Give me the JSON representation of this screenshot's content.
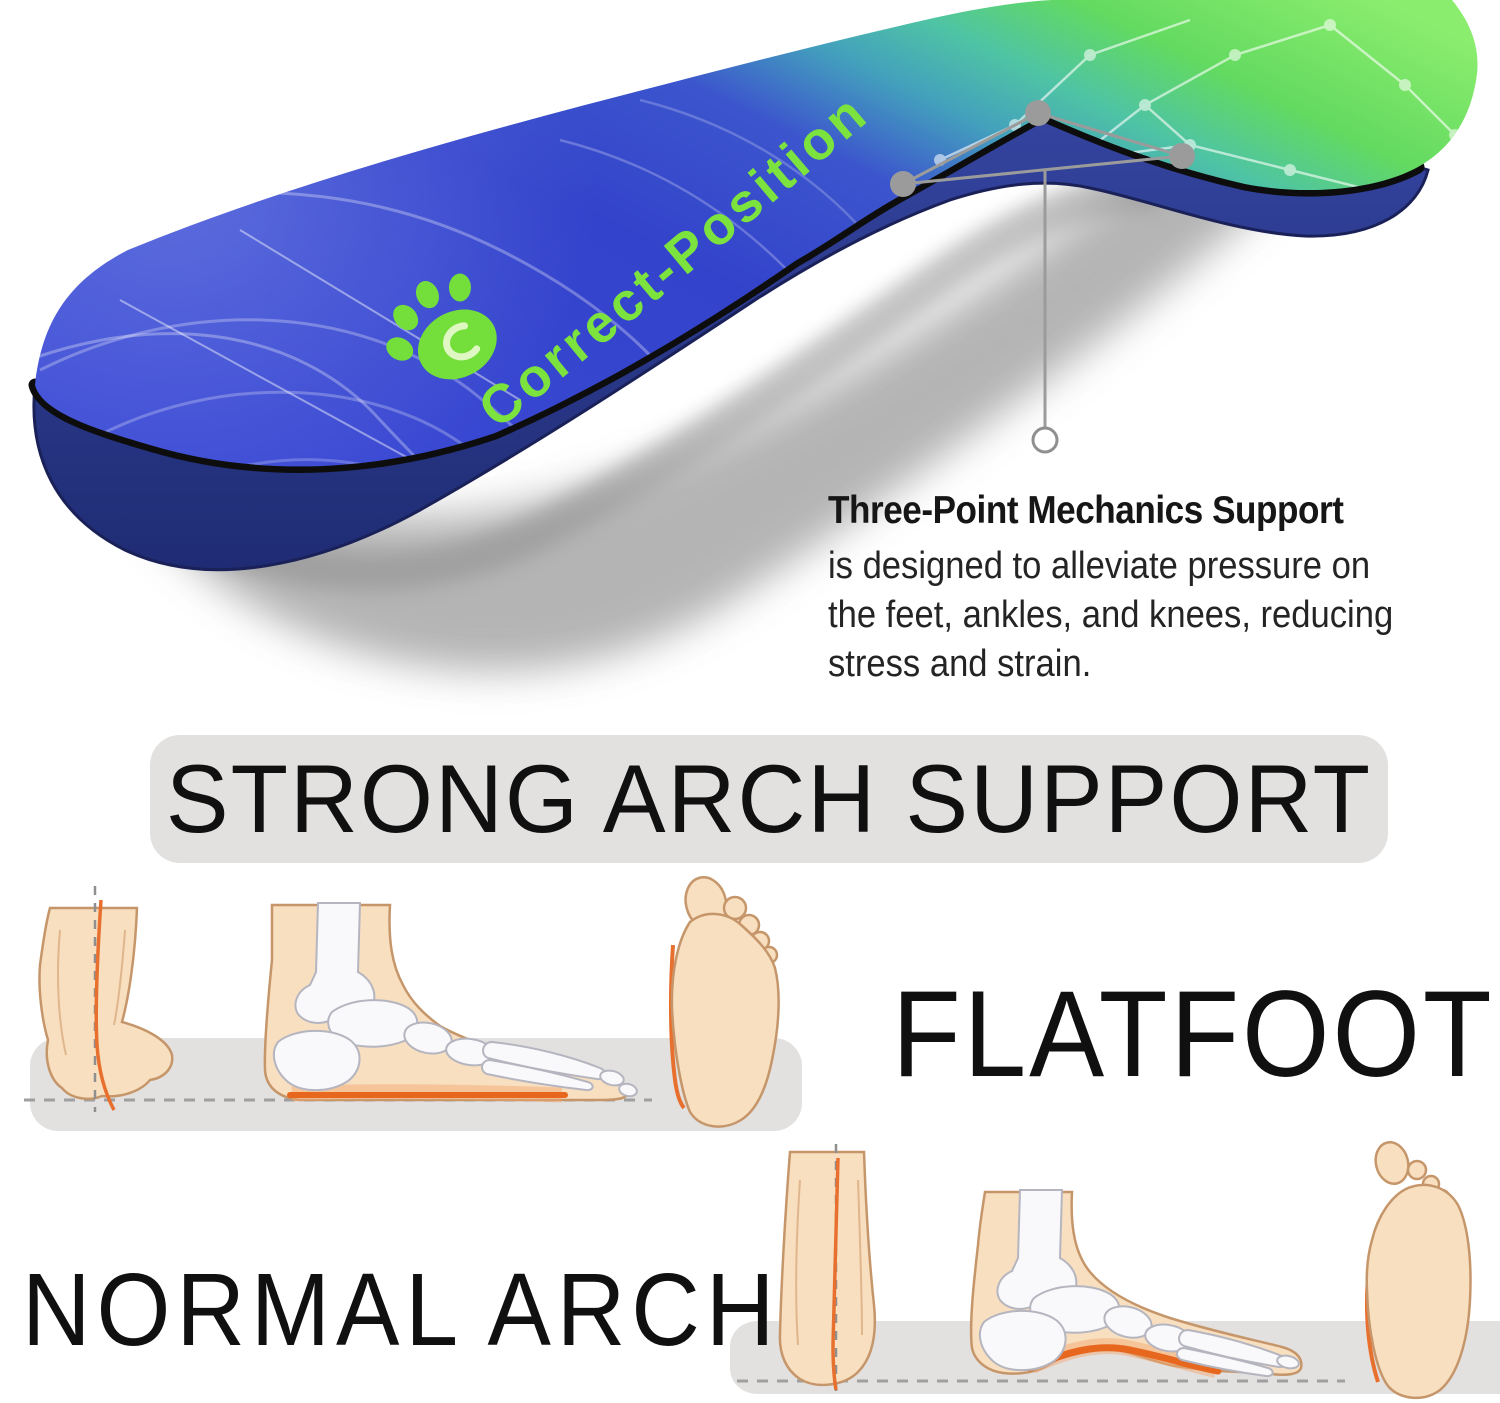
{
  "insole": {
    "brand_text": "Correct-Position",
    "colors": {
      "top_blue": "#3a46cf",
      "teal": "#49b3bb",
      "toe_green": "#68dd5f",
      "foam_navy": "#2e3f9c",
      "rim_black": "#0d0d0d",
      "logo_green": "#77e23b"
    }
  },
  "callout": {
    "heading": "Three-Point Mechanics Support",
    "body_lines": [
      "is designed to alleviate pressure on",
      "the feet, ankles, and knees, reducing",
      "stress and strain."
    ],
    "marker_color": "#9b9b9b"
  },
  "banner": {
    "label": "STRONG ARCH SUPPORT",
    "bg": "#e3e1e0",
    "text_color": "#101010"
  },
  "arch_types": {
    "flatfoot_label": "FLATFOOT",
    "normal_arch_label": "NORMAL ARCH"
  },
  "illustration": {
    "skin": "#f8dfc0",
    "skin_outline": "#c6966b",
    "bone": "#f9f9fb",
    "bone_outline": "#b5b5c0",
    "accent_orange": "#e86f2d",
    "ground_band": "#e3e1e0",
    "guide_gray": "#9f9f9f"
  }
}
